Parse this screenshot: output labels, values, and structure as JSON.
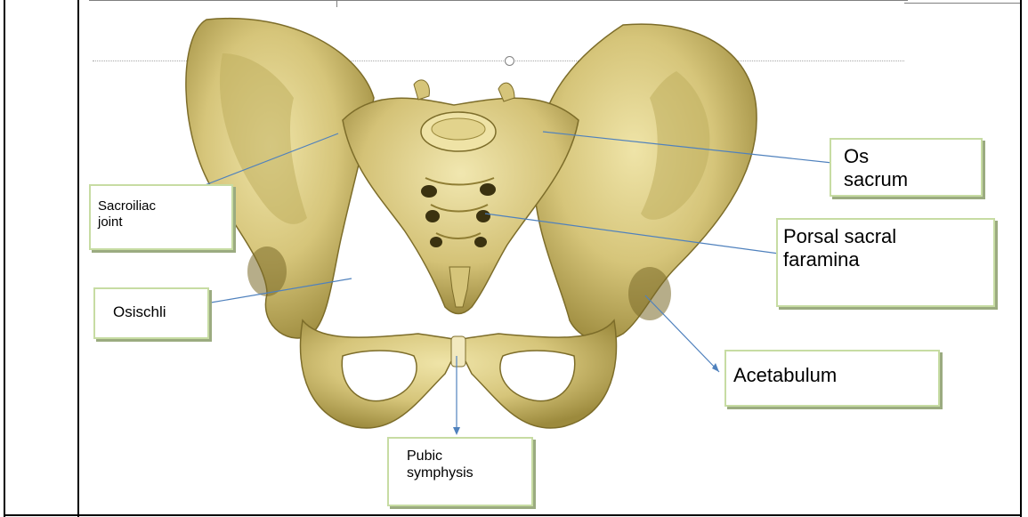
{
  "labels": {
    "os_sacrum": "Os\nsacrum",
    "sacroiliac_joint": "Sacroiliac\njoint",
    "porsal_sacral_faramina": "Porsal sacral\nfaramina",
    "osischli": "Osischli",
    "acetabulum": "Acetabulum",
    "pubic_symphysis": "Pubic\nsymphysis"
  },
  "colors": {
    "bone_light": "#e8dc9c",
    "bone_mid": "#cdbb6a",
    "bone_dark": "#8f7d33",
    "label_border": "#c7dca3",
    "leader": "#4f81bd"
  }
}
